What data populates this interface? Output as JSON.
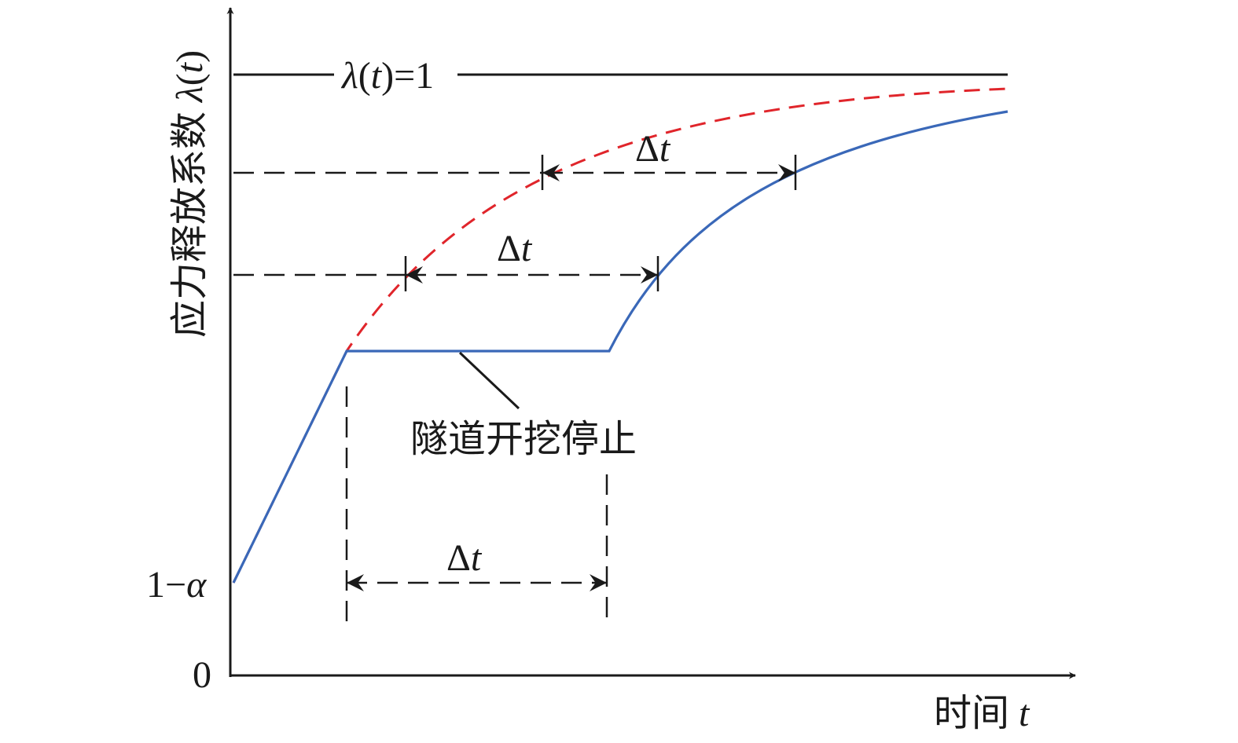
{
  "labels": {
    "y_axis_cn": "应力释放系数 ",
    "y_axis_sym": "λ",
    "y_axis_paren_open": "(",
    "y_axis_t": "t",
    "y_axis_paren_close": ")",
    "x_axis_cn": "时间 ",
    "x_axis_t": "t",
    "origin": "0",
    "y_start_1": "1−",
    "y_start_alpha": "α",
    "asymptote_lambda": "λ",
    "asymptote_open": "(",
    "asymptote_t": "t",
    "asymptote_close": ")=1",
    "delta_symbol": "Δ",
    "delta_t": "t",
    "annotation": "隧道开挖停止"
  },
  "colors": {
    "continuous_curve": "#e0252b",
    "actual_curve": "#3a68b8",
    "axes": "#1a1a1a"
  }
}
